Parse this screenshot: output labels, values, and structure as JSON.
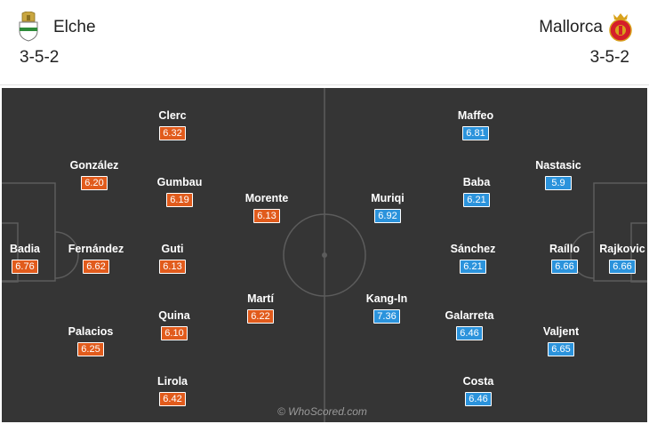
{
  "home": {
    "name": "Elche",
    "formation": "3-5-2",
    "rating_color": "#e15b1c",
    "crest_icon": "elche-crest-icon",
    "players": [
      {
        "name": "Badia",
        "rating": "6.76"
      },
      {
        "name": "González",
        "rating": "6.20"
      },
      {
        "name": "Fernández",
        "rating": "6.62"
      },
      {
        "name": "Palacios",
        "rating": "6.25"
      },
      {
        "name": "Clerc",
        "rating": "6.32"
      },
      {
        "name": "Gumbau",
        "rating": "6.19"
      },
      {
        "name": "Guti",
        "rating": "6.13"
      },
      {
        "name": "Quina",
        "rating": "6.10"
      },
      {
        "name": "Lirola",
        "rating": "6.42"
      },
      {
        "name": "Morente",
        "rating": "6.13"
      },
      {
        "name": "Martí",
        "rating": "6.22"
      }
    ]
  },
  "away": {
    "name": "Mallorca",
    "formation": "3-5-2",
    "rating_color": "#2b93dc",
    "crest_icon": "mallorca-crest-icon",
    "players": [
      {
        "name": "Muriqi",
        "rating": "6.92"
      },
      {
        "name": "Kang-In",
        "rating": "7.36"
      },
      {
        "name": "Maffeo",
        "rating": "6.81"
      },
      {
        "name": "Baba",
        "rating": "6.21"
      },
      {
        "name": "Sánchez",
        "rating": "6.21"
      },
      {
        "name": "Galarreta",
        "rating": "6.46"
      },
      {
        "name": "Costa",
        "rating": "6.46"
      },
      {
        "name": "Nastasic",
        "rating": "5.9"
      },
      {
        "name": "Raíllo",
        "rating": "6.66"
      },
      {
        "name": "Valjent",
        "rating": "6.65"
      },
      {
        "name": "Rajkovic",
        "rating": "6.66"
      }
    ]
  },
  "watermark": "© WhoScored.com"
}
